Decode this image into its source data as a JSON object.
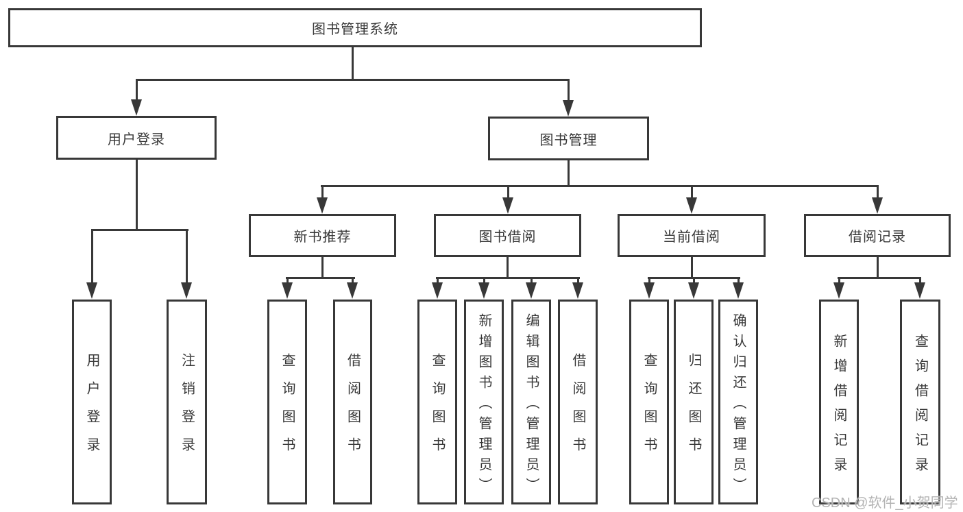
{
  "tree": {
    "root": {
      "label": "图书管理系统"
    },
    "branches": [
      {
        "label": "用户登录",
        "children": [
          {
            "label": "用户登录"
          },
          {
            "label": "注销登录"
          }
        ]
      },
      {
        "label": "图书管理",
        "children": [
          {
            "label": "新书推荐",
            "children": [
              {
                "label": "查询图书"
              },
              {
                "label": "借阅图书"
              }
            ]
          },
          {
            "label": "图书借阅",
            "children": [
              {
                "label": "查询图书"
              },
              {
                "label": "新增图书（管理员）"
              },
              {
                "label": "编辑图书（管理员）"
              },
              {
                "label": "借阅图书"
              }
            ]
          },
          {
            "label": "当前借阅",
            "children": [
              {
                "label": "查询图书"
              },
              {
                "label": "归还图书"
              },
              {
                "label": "确认归还（管理员）"
              }
            ]
          },
          {
            "label": "借阅记录",
            "children": [
              {
                "label": "新增借阅记录"
              },
              {
                "label": "查询借阅记录"
              }
            ]
          }
        ]
      }
    ]
  },
  "watermark": "CSDN @软件_小贺同学",
  "colors": {
    "line": "#383838",
    "text": "#383838",
    "background": "#ffffff",
    "watermark": "#b3b3b3"
  }
}
